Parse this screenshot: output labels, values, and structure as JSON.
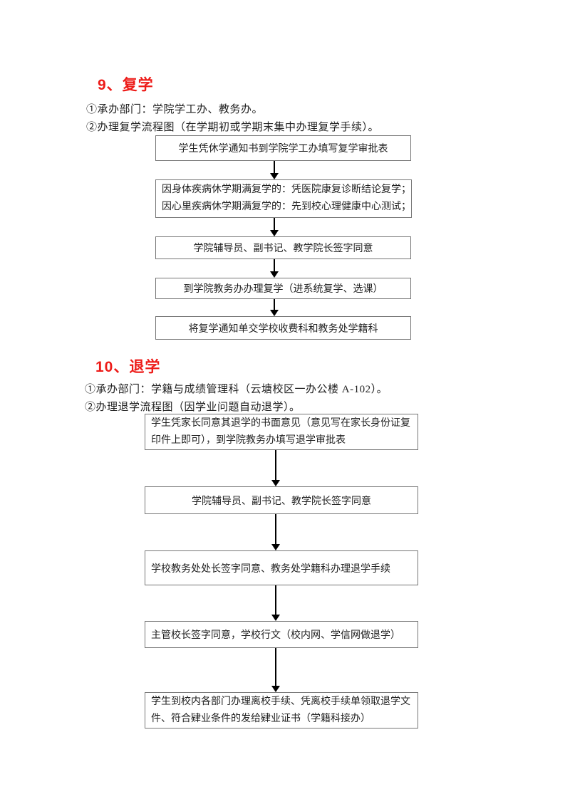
{
  "page": {
    "background": "#ffffff",
    "text_color": "#212121",
    "heading_color": "#ed1b18",
    "box_border_color": "#757575",
    "arrow_color": "#000000"
  },
  "sections": [
    {
      "heading": "9、复学",
      "dept_line": "①承办部门：学院学工办、教务办。",
      "flow_line": "②办理复学流程图（在学期初或学期末集中办理复学手续）。",
      "boxes": [
        {
          "text": "学生凭休学通知书到学院学工办填写复学审批表"
        },
        {
          "line1": "因身体疾病休学期满复学的：凭医院康复诊断结论复学；",
          "line2": "因心里疾病休学期满复学的：先到校心理健康中心测试；"
        },
        {
          "text": "学院辅导员、副书记、教学院长签字同意"
        },
        {
          "text": "到学院教务办办理复学（进系统复学、选课）"
        },
        {
          "text": "将复学通知单交学校收费科和教务处学籍科"
        }
      ]
    },
    {
      "heading": "10、退学",
      "dept_line": "①承办部门：学籍与成绩管理科（云塘校区一办公楼 A-102）。",
      "flow_line": "②办理退学流程图（因学业问题自动退学）。",
      "boxes": [
        {
          "text": "学生凭家长同意其退学的书面意见（意见写在家长身份证复印件上即可），到学院教务办填写退学审批表"
        },
        {
          "text": "学院辅导员、副书记、教学院长签字同意"
        },
        {
          "text": "学校教务处处长签字同意、教务处学籍科办理退学手续"
        },
        {
          "text": "主管校长签字同意，学校行文（校内网、学信网做退学）"
        },
        {
          "text": "学生到校内各部门办理离校手续、凭离校手续单领取退学文件、符合肄业条件的发给肄业证书（学籍科接办）"
        }
      ]
    }
  ]
}
